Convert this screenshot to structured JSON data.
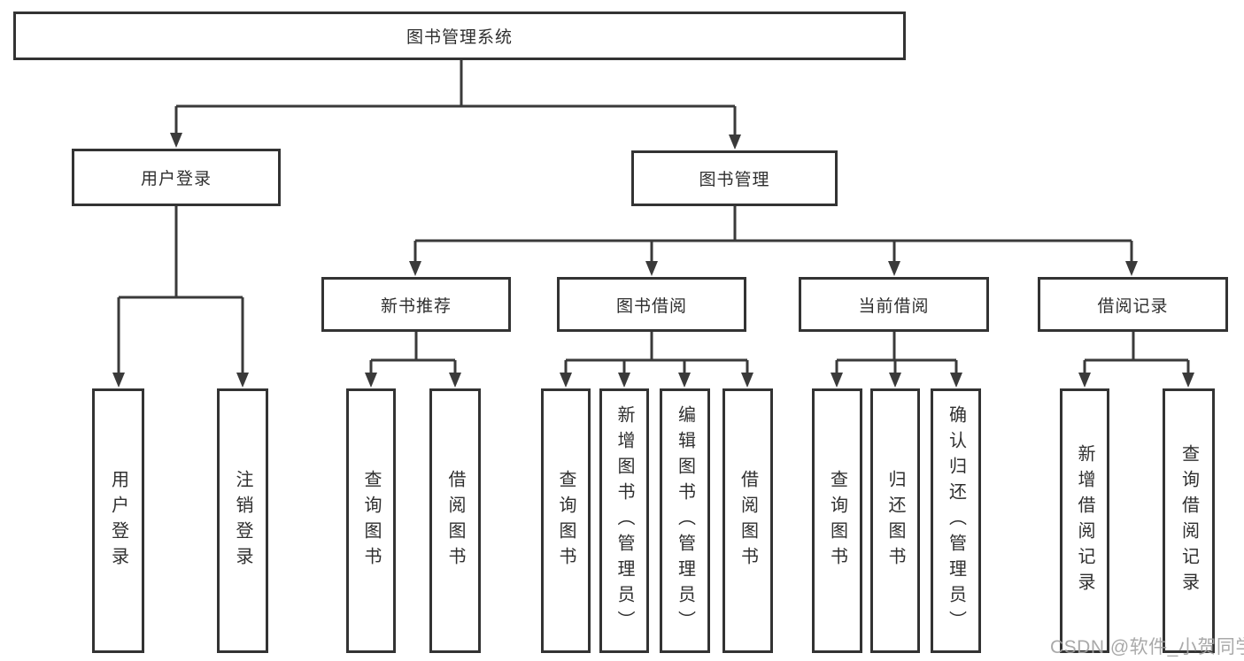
{
  "diagram": {
    "title": "图书管理系统",
    "root": "图书管理系统",
    "level2": [
      "用户登录",
      "图书管理"
    ],
    "level3": [
      "新书推荐",
      "图书借阅",
      "当前借阅",
      "借阅记录"
    ],
    "leaves": [
      "用户登录",
      "注销登录",
      "查询图书",
      "借阅图书",
      "查询图书",
      "新增图书（管理员）",
      "编辑图书（管理员）",
      "借阅图书",
      "查询图书",
      "归还图书",
      "确认归还（管理员）",
      "新增借阅记录",
      "查询借阅记录"
    ]
  },
  "watermark": "CSDN @软件_小贺同学",
  "colors": {
    "line": "#3a3a3a",
    "border": "#333333",
    "text": "#2f2f2f",
    "watermark": "#a2a2a2",
    "background": "#ffffff"
  }
}
